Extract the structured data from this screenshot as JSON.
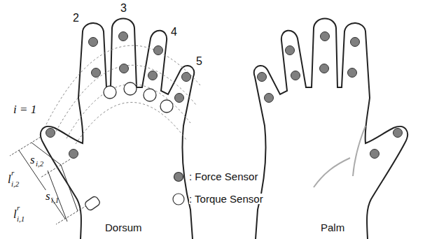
{
  "diagram": {
    "labels": [
      "3",
      "2",
      "4",
      "5",
      "i = 1",
      "s",
      "i,2",
      "l",
      "r",
      "i,2",
      "s",
      "i,1",
      "l",
      "r",
      "i,1",
      "Dorsum",
      "Palm"
    ],
    "legend": [
      {
        "text": ": Force Sensor",
        "color": "#7f7f7f"
      },
      {
        "text": ": Torque Sensor"
      }
    ]
  }
}
